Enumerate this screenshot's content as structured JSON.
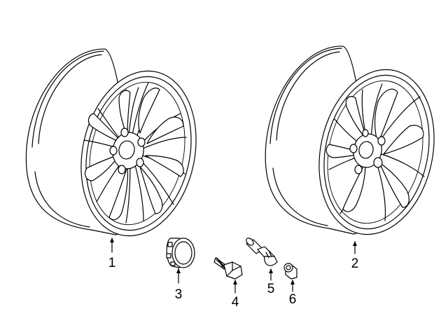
{
  "diagram": {
    "callouts": [
      {
        "id": "wheel-1",
        "label": "1"
      },
      {
        "id": "wheel-2",
        "label": "2"
      },
      {
        "id": "center-cap",
        "label": "3"
      },
      {
        "id": "wheel-bolt",
        "label": "4"
      },
      {
        "id": "lock-bolt",
        "label": "5"
      },
      {
        "id": "lock-key",
        "label": "6"
      }
    ]
  },
  "colors": {
    "line": "#000000",
    "background": "#ffffff"
  }
}
